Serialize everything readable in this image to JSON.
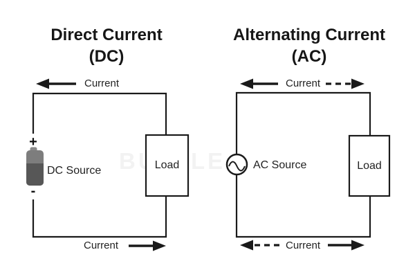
{
  "dc": {
    "title_line1": "Direct Current",
    "title_line2": "(DC)",
    "top_current_label": "Current",
    "bottom_current_label": "Current",
    "source_label": "DC Source",
    "load_label": "Load",
    "plus_terminal": "+",
    "minus_terminal": "-"
  },
  "ac": {
    "title_line1": "Alternating Current",
    "title_line2": "(AC)",
    "top_current_label": "Current",
    "bottom_current_label": "Current",
    "source_label": "AC Source",
    "load_label": "Load"
  },
  "watermark": "BUZZLE",
  "colors": {
    "line": "#1a1a1a",
    "battery_top": "#7d7d7d",
    "battery_body": "#575757",
    "background": "#ffffff"
  }
}
